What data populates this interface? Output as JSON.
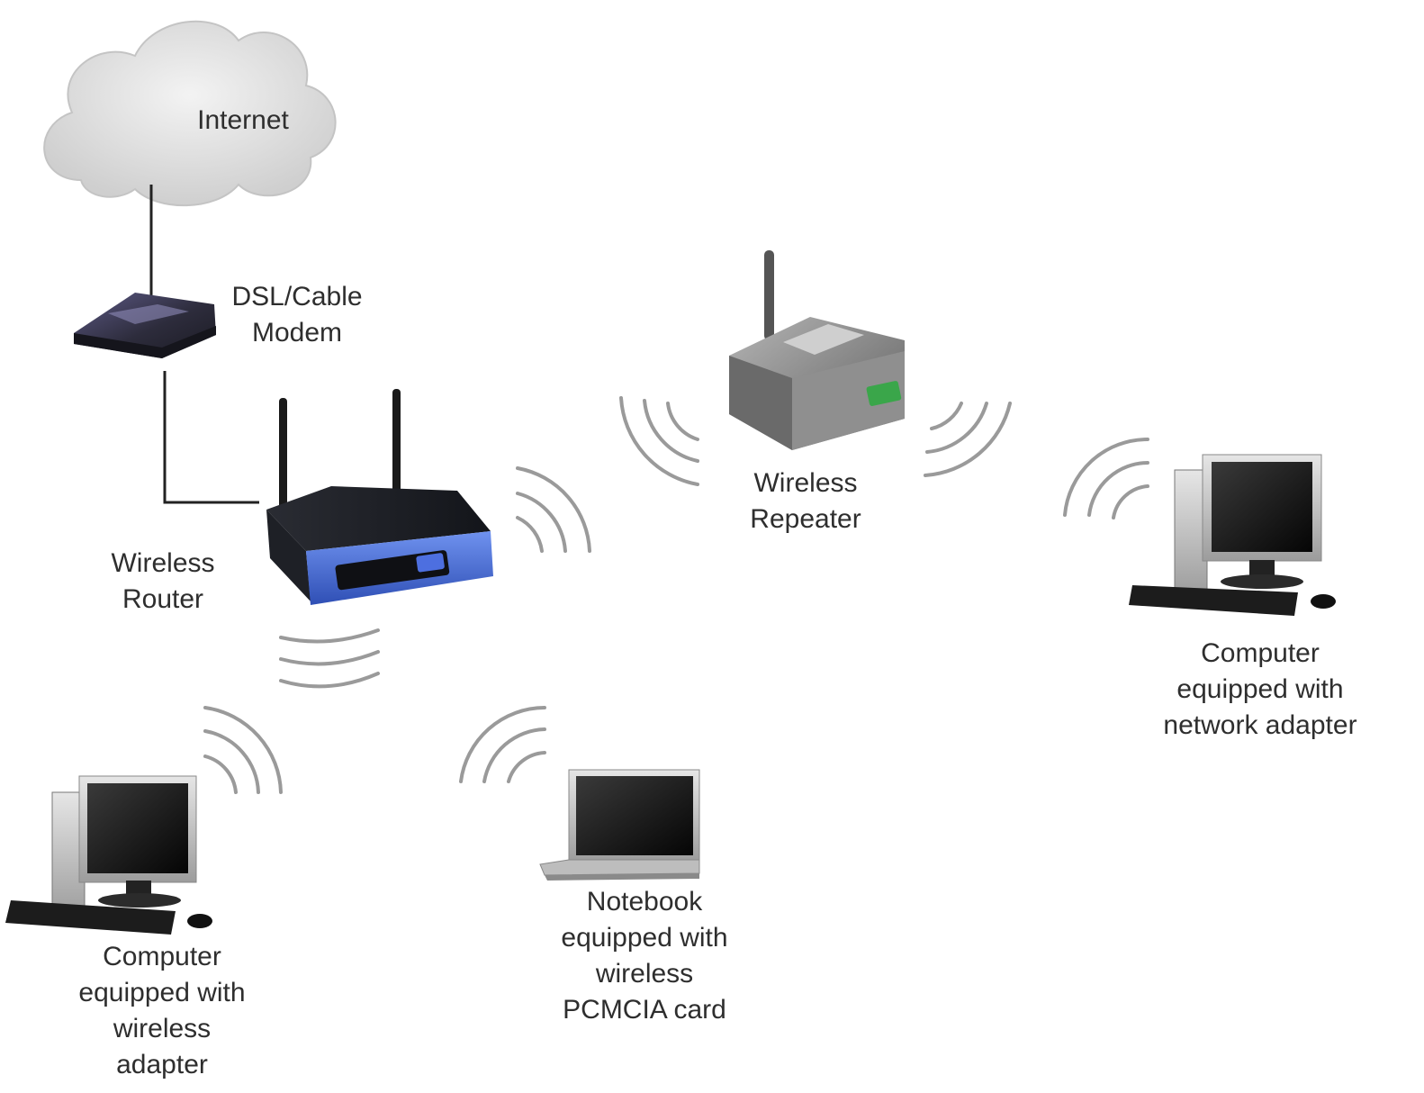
{
  "labels": {
    "internet": [
      "Internet"
    ],
    "modem": [
      "DSL/Cable",
      "Modem"
    ],
    "router": [
      "Wireless",
      "Router"
    ],
    "repeater": [
      "Wireless",
      "Repeater"
    ],
    "computer_right": [
      "Computer",
      "equipped with",
      "network adapter"
    ],
    "computer_left": [
      "Computer",
      "equipped with",
      "wireless",
      "adapter"
    ],
    "notebook": [
      "Notebook",
      "equipped with",
      "wireless",
      "PCMCIA card"
    ]
  },
  "colors": {
    "text": "#2e2e2e",
    "cable": "#222222",
    "wave": "#9a9a9a",
    "cloud": "#e2e2e2",
    "router_blue": "#4a6fd6",
    "router_dark": "#1b1d22",
    "repeater_gray": "#8a8a8a",
    "repeater_port": "#3aa64a",
    "modem_body": "#3a3a4a",
    "monitor": "#c8c8c8"
  }
}
